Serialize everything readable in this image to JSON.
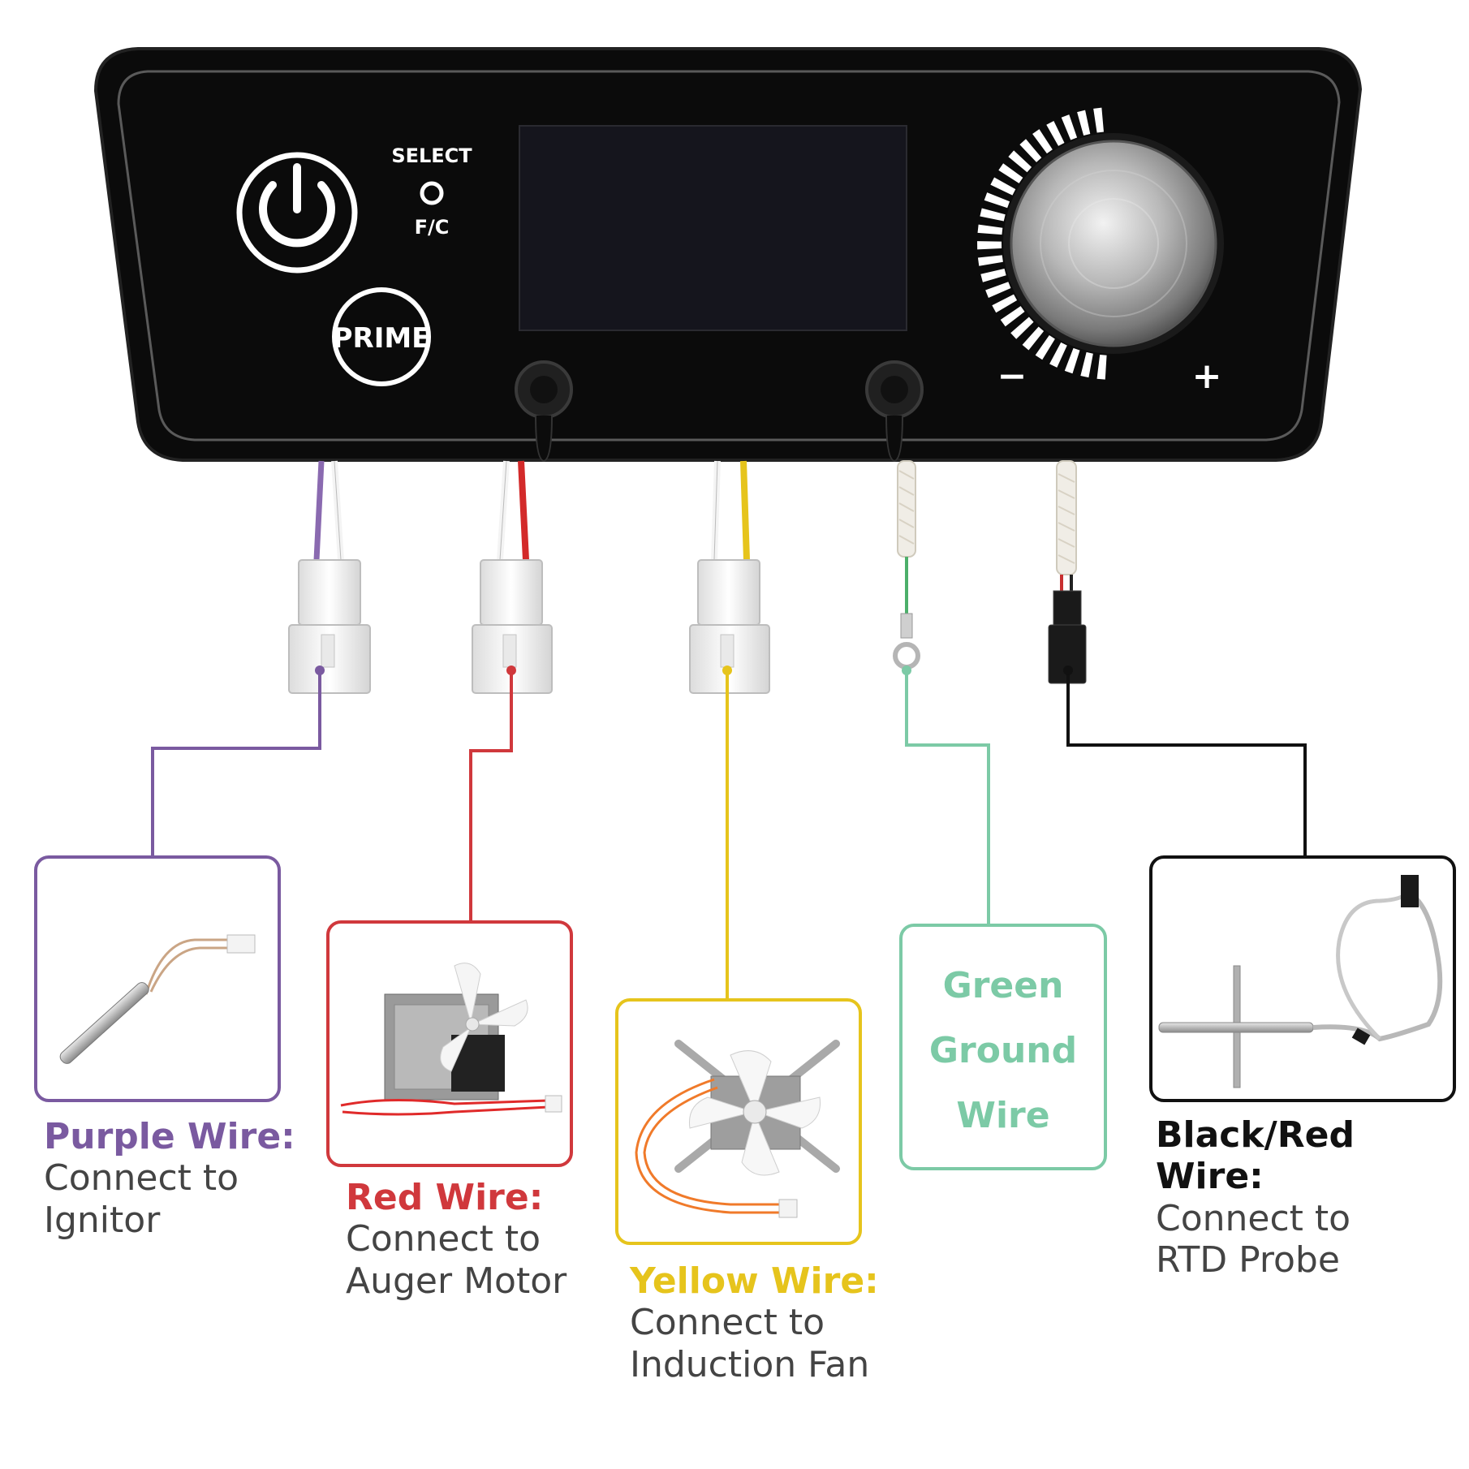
{
  "panel": {
    "select_label": "SELECT",
    "fc_label": "F/C",
    "prime_label": "PRIME",
    "minus_label": "−",
    "plus_label": "+"
  },
  "wires": [
    {
      "id": "purple",
      "color": "#7a5aa0",
      "head": "Purple Wire:",
      "line1": "Connect to",
      "line2": "Ignitor",
      "component": "ignitor-icon"
    },
    {
      "id": "red",
      "color": "#d0383c",
      "head": "Red Wire:",
      "line1": "Connect to",
      "line2": "Auger Motor",
      "component": "auger-motor-icon"
    },
    {
      "id": "yellow",
      "color": "#e6c41c",
      "head": "Yellow Wire:",
      "line1": "Connect to",
      "line2": "Induction Fan",
      "component": "induction-fan-icon"
    },
    {
      "id": "green",
      "color": "#7ccaa6",
      "lines": [
        "Green",
        "Ground",
        "Wire"
      ],
      "component": "ring-terminal-icon"
    },
    {
      "id": "black",
      "color": "#111111",
      "head": "Black/Red Wire:",
      "line1": "Connect to",
      "line2": "RTD Probe",
      "component": "rtd-probe-icon"
    }
  ]
}
